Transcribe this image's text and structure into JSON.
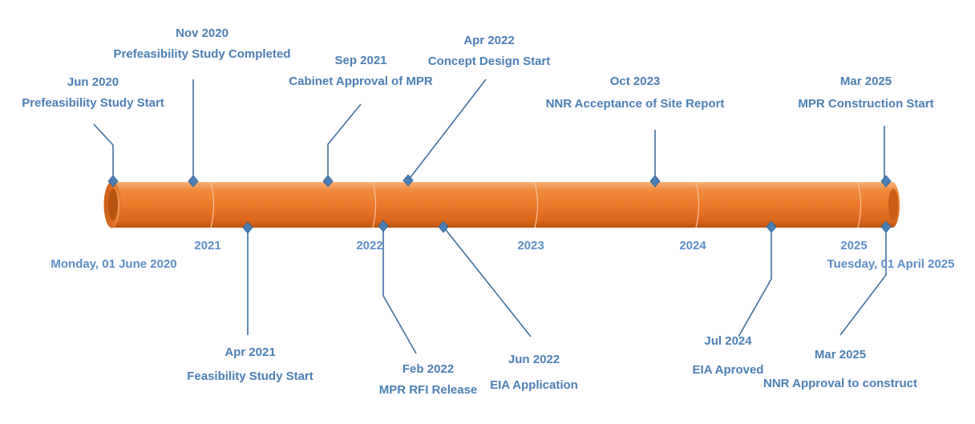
{
  "range": {
    "start_label": "Monday, 01 June 2020",
    "end_label": "Tuesday, 01 April 2025"
  },
  "years": [
    "2021",
    "2022",
    "2023",
    "2024",
    "2025"
  ],
  "milestones_above": [
    {
      "date": "Jun 2020",
      "label": "Prefeasibility Study Start"
    },
    {
      "date": "Nov 2020",
      "label": "Prefeasibility Study Completed"
    },
    {
      "date": "Sep 2021",
      "label": "Cabinet Approval of MPR"
    },
    {
      "date": "Apr 2022",
      "label": "Concept Design Start"
    },
    {
      "date": "Oct 2023",
      "label": "NNR Acceptance of Site Report"
    },
    {
      "date": "Mar 2025",
      "label": "MPR Construction Start"
    }
  ],
  "milestones_below": [
    {
      "date": "Apr 2021",
      "label": "Feasibility Study Start"
    },
    {
      "date": "Feb 2022",
      "label": "MPR RFI Release"
    },
    {
      "date": "Jun 2022",
      "label": "EIA Application"
    },
    {
      "date": "Jul 2024",
      "label": "EIA Aproved"
    },
    {
      "date": "Mar 2025",
      "label": "NNR Approval to construct"
    }
  ],
  "colors": {
    "tube": "#ed7d31",
    "tube_dark": "#c55a11",
    "tube_light": "#f4b183",
    "accent": "#4a7fb5",
    "connector": "#3f6f9f"
  }
}
